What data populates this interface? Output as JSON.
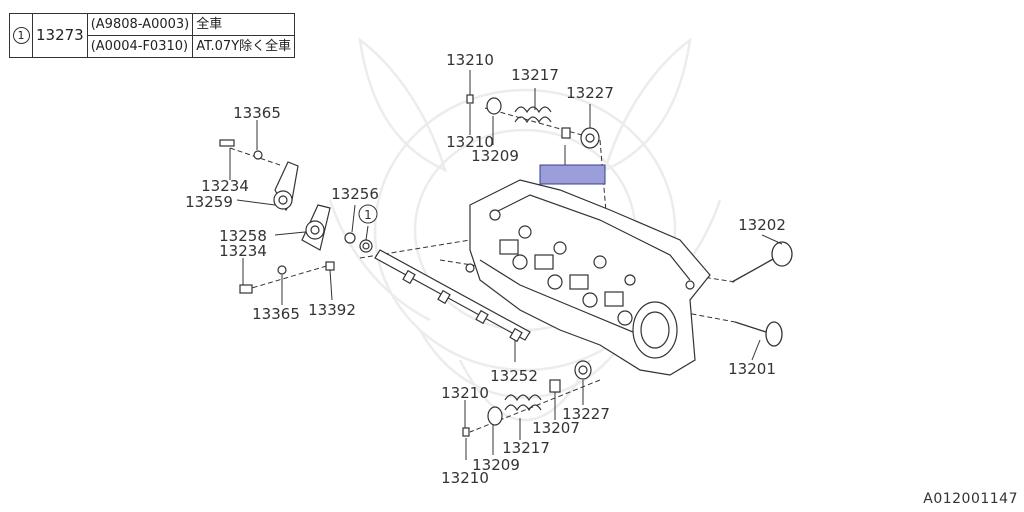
{
  "applicability_table": {
    "ref_mark": "1",
    "part_number": "13273",
    "rows": [
      {
        "range": "(A9808-A0003)",
        "scope": "全車"
      },
      {
        "range": "(A0004-F0310)",
        "scope": "AT.07Y除く全車"
      }
    ]
  },
  "callouts": {
    "rocker_nut_upper": "13365",
    "adjust_screw_upper": "13234",
    "rocker_arm_upper": "13259",
    "rocker_arm_lower": "13258",
    "adjust_screw_lower": "13234",
    "rocker_nut_lower": "13365",
    "shaft_spring": "13256",
    "ref_mark_on_drawing": "1",
    "shaft_bolt": "13392",
    "rocker_shaft": "13252",
    "collet_top_1": "13210",
    "collet_top_2": "13210",
    "retainer_top": "13209",
    "spring_top": "13217",
    "seat_top": "13227",
    "valve_intake": "13202",
    "valve_exhaust": "13201",
    "collet_bottom_1": "13210",
    "collet_bottom_2": "13210",
    "retainer_bottom": "13209",
    "spring_bottom": "13217",
    "stem_seal_bottom": "13207",
    "seat_bottom": "13227"
  },
  "figure_id": "A012001147",
  "colors": {
    "line": "#333333",
    "highlight_fill": "#9b9ed8",
    "highlight_stroke": "#3a3f8f",
    "watermark": "#ececec"
  }
}
